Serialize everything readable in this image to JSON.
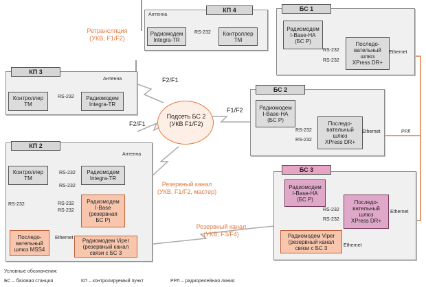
{
  "kp4": {
    "tag": "КП 4",
    "antenna": "Антенна",
    "modem": "Радиомодем\nIntegra-TR",
    "link": "RS-232",
    "controller": "Контроллер\nTM"
  },
  "kp3": {
    "tag": "КП 3",
    "antenna": "Антенна",
    "controller": "Контроллер\nTM",
    "link": "RS-232",
    "modem": "Радиомодем\nIntegra-TR"
  },
  "kp2": {
    "tag": "КП 2",
    "antenna": "Антенна",
    "controller": "Контроллер\nTM",
    "modem": "Радиомодем\nIntegra-TR",
    "ibase": "Радиомодем\nI-Base\n(резервная\nБС Р)",
    "gateway": "Последо-\nвательный\nшлюз MSS4",
    "viper": "Радиомодем Viper\n(резервный канал\nсвязи с БС 3",
    "rs1": "RS-232",
    "rs2": "RS-232",
    "rs3": "RS-232",
    "rs4": "RS-232",
    "rs5": "RS-232",
    "ethernet": "Ethernet"
  },
  "bs1": {
    "tag": "БС 1",
    "modem": "Радиомодем\nI-Base-HA\n(БС Р)",
    "gateway": "Последо-\nвательный\nшлюз\nXPress DR+",
    "rs1": "RS-232",
    "rs2": "RS-232",
    "ethernet": "Ethernet"
  },
  "bs2": {
    "tag": "БС 2",
    "modem": "Радиомодем\nI-Base-HA\n(БС Р)",
    "gateway": "Последо-\nвательный\nшлюз\nXPress DR+",
    "rs1": "RS-232",
    "rs2": "RS-232",
    "ethernet": "Ethernet",
    "rrl": "РРЛ"
  },
  "bs3": {
    "tag": "БС 3",
    "modem": "Радиомодем\nI-Base-HA\n(БС Р)",
    "gateway": "Последо-\nвательный\nшлюз\nXPress DR+",
    "rs1": "RS-232",
    "rs2": "RS-232",
    "ethernet": "Ethernet",
    "viper": "Радиомодем Viper\n(резервный канал\nсвязи с БС 3",
    "ethernet2": "Ethernet"
  },
  "subnet": "Подсеть БС 2\n(УКВ F1/F2)",
  "links": {
    "relay": "Ретрансляция\n(УКВ, F1/F2)",
    "f2f1_kp3": "F2/F1",
    "f1f2_bs2": "F1/F2",
    "f2f1_kp2": "F2/F1",
    "backup1": "Резервный канал\n(УКВ, F1/F2, мастер)",
    "backup2": "Резервный канал\n(УКВ, F3/F4)"
  },
  "legend": {
    "title": "Условные обозначения:",
    "bs": "БС – базовая станция",
    "kp": "КП – контролируемый пункт",
    "rrl": "РРЛ – радиорелейная линия"
  },
  "colors": {
    "orange": "#e07a40",
    "pink": "#e0a8c8",
    "salmon": "#f7c6ad",
    "grey": "#dcdcdc"
  }
}
